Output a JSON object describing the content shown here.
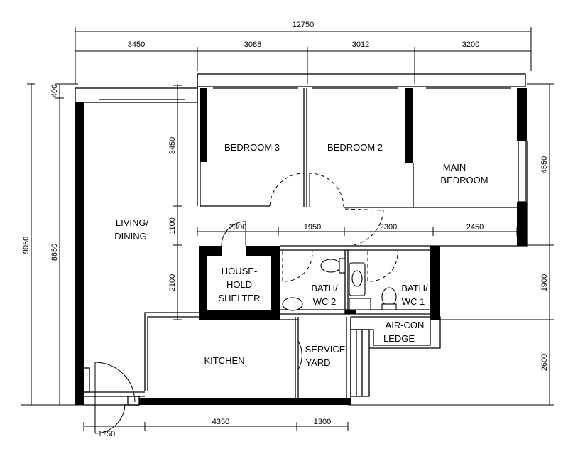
{
  "dimensions": {
    "top_total": "12750",
    "top_segments": [
      "3450",
      "3088",
      "3012",
      "3200"
    ],
    "left_total": "9050",
    "left_inner": "8650",
    "left_top": "400",
    "inner_left": [
      "3450",
      "1100",
      "2100"
    ],
    "mid_row": [
      "2300",
      "1950",
      "2300",
      "2450"
    ],
    "right": [
      "4550",
      "1900",
      "2600"
    ],
    "bottom": [
      "1750",
      "4350",
      "1300"
    ]
  },
  "rooms": {
    "bedroom3": "BEDROOM 3",
    "bedroom2": "BEDROOM 2",
    "main_bedroom": [
      "MAIN",
      "BEDROOM"
    ],
    "living_dining": [
      "LIVING/",
      "DINING"
    ],
    "household_shelter": [
      "HOUSE-",
      "HOLD",
      "SHELTER"
    ],
    "bath2": [
      "BATH/",
      "WC 2"
    ],
    "bath1": [
      "BATH/",
      "WC 1"
    ],
    "aircon": [
      "AIR-CON",
      "LEDGE"
    ],
    "kitchen": "KITCHEN",
    "service_yard": [
      "SERVICE",
      "YARD"
    ]
  }
}
